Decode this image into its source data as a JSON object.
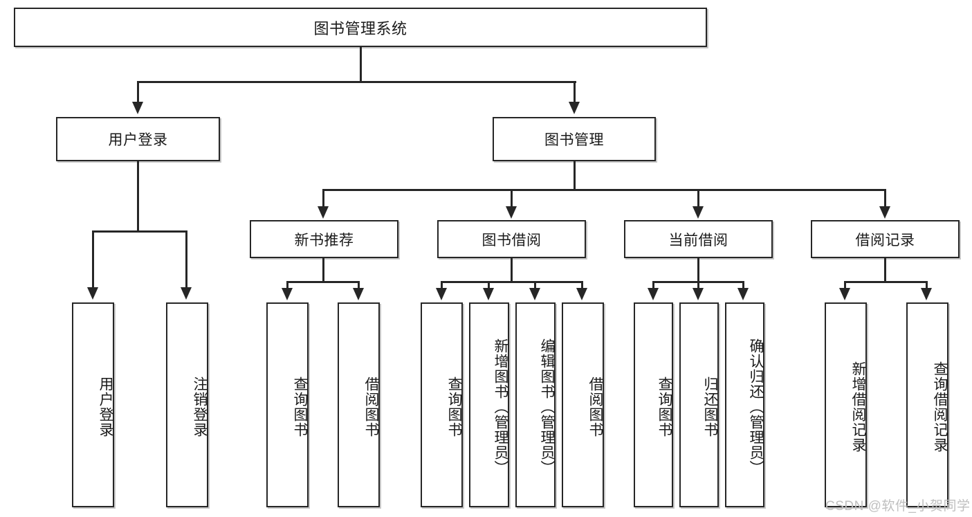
{
  "diagram": {
    "title": "图书管理系统",
    "type": "hierarchy-tree",
    "root": {
      "label": "图书管理系统"
    },
    "level2": [
      {
        "label": "用户登录"
      },
      {
        "label": "图书管理"
      }
    ],
    "level3": [
      {
        "label": "新书推荐"
      },
      {
        "label": "图书借阅"
      },
      {
        "label": "当前借阅"
      },
      {
        "label": "借阅记录"
      }
    ],
    "leaves": {
      "user_login": [
        {
          "label": "用户登录"
        },
        {
          "label": "注销登录"
        }
      ],
      "new_book_recommend": [
        {
          "label": "查询图书"
        },
        {
          "label": "借阅图书"
        }
      ],
      "book_borrow": [
        {
          "label": "查询图书"
        },
        {
          "label": "新增图书（管理员）"
        },
        {
          "label": "编辑图书（管理员）"
        },
        {
          "label": "借阅图书"
        }
      ],
      "current_borrow": [
        {
          "label": "查询图书"
        },
        {
          "label": "归还图书"
        },
        {
          "label": "确认归还（管理员）"
        }
      ],
      "borrow_record": [
        {
          "label": "新增借阅记录"
        },
        {
          "label": "查询借阅记录"
        }
      ]
    }
  },
  "watermark": {
    "text": "CSDN @软件_小贺同学"
  },
  "colors": {
    "stroke": "#262626",
    "background": "#ffffff",
    "text": "#1a1a1a",
    "watermark": "#bfbfbf"
  }
}
